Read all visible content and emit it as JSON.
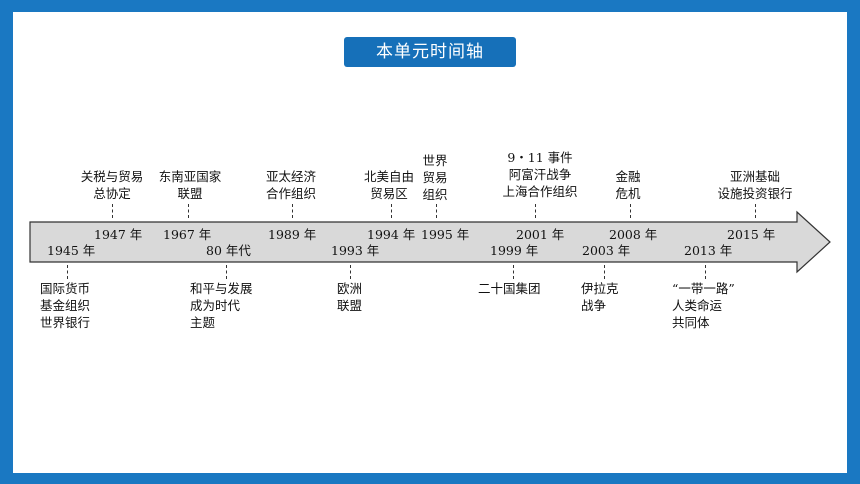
{
  "title": "本单元时间轴",
  "colors": {
    "border": "#1a78c2",
    "title_bg": "#1670b9",
    "arrow_fill": "#d9d9d9",
    "arrow_stroke": "#333333"
  },
  "years": {
    "y1945": "1945 年",
    "y1947": "1947 年",
    "y1967": "1967 年",
    "y80s": "80 年代",
    "y1989": "1989 年",
    "y1993": "1993 年",
    "y1994": "1994 年",
    "y1995": "1995 年",
    "y1999": "1999 年",
    "y2001": "2001 年",
    "y2003": "2003 年",
    "y2008": "2008 年",
    "y2013": "2013 年",
    "y2015": "2015 年"
  },
  "events_above": {
    "gatt_1": "关税与贸易",
    "gatt_2": "总协定",
    "asean_1": "东南亚国家",
    "asean_2": "联盟",
    "apec_1": "亚太经济",
    "apec_2": "合作组织",
    "nafta_1": "北美自由",
    "nafta_2": "贸易区",
    "wto_1": "世界",
    "wto_2": "贸易",
    "wto_3": "组织",
    "e2001_1": "9・11 事件",
    "e2001_2": "阿富汗战争",
    "e2001_3": "上海合作组织",
    "fin_1": "金融",
    "fin_2": "危机",
    "aiib_1": "亚洲基础",
    "aiib_2": "设施投资银行"
  },
  "events_below": {
    "imf_1": "国际货币",
    "imf_2": "基金组织",
    "imf_3": "世界银行",
    "peace_1": "和平与发展",
    "peace_2": "成为时代",
    "peace_3": "主题",
    "eu_1": "欧洲",
    "eu_2": "联盟",
    "g20_1": "二十国集团",
    "iraq_1": "伊拉克",
    "iraq_2": "战争",
    "brisk_1": "“一带一路”",
    "brisk_2": "人类命运",
    "brisk_3": "共同体"
  }
}
